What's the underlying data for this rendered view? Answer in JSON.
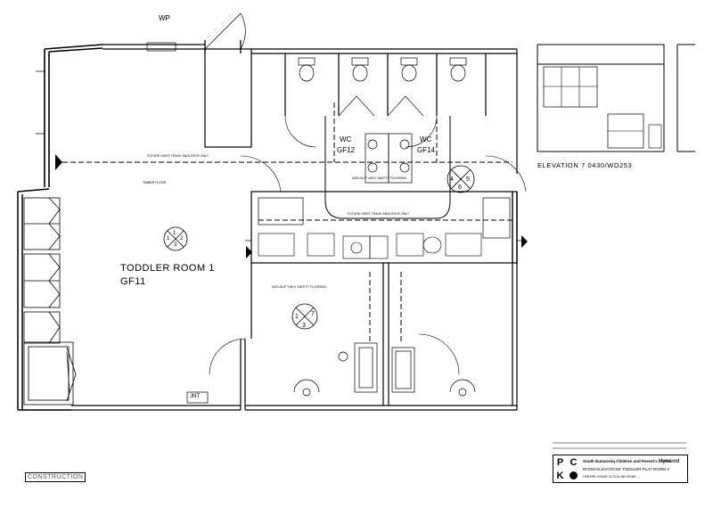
{
  "labels": {
    "wp": "WP",
    "toddler_room": "TODDLER ROOM 1",
    "toddler_code": "GF11",
    "wc_left": "WC",
    "wc_left_code": "GF12",
    "wc_right": "WC",
    "wc_right_code": "GF14",
    "elevation": "ELEVATION 7 0430/WD253",
    "construction": "CONSTRUCTION",
    "jnt": "JNT"
  },
  "markers": {
    "room": {
      "top": "1",
      "left": "1",
      "right": "2",
      "bottom": "3"
    },
    "wc": {
      "top": "",
      "left": "4",
      "right": "5",
      "bottom": "6"
    },
    "lower": {
      "top": "",
      "left": "1",
      "right": "7",
      "bottom": "3"
    }
  },
  "title_block": {
    "logo_letters": [
      "P",
      "C",
      "K",
      ""
    ],
    "project": "South Dumaresq Children and Parent's Centre",
    "sheet_title": "ROOM ELEVATIONS TODDLER PLAY ROOM 1",
    "firm_brand": "Hywood",
    "address": "CENTRE HOUSE 32 COLLINS ROAD ..."
  },
  "notes": {
    "future_hoist": "FUTURE HOIST TRACK INDICATIVE ONLY",
    "non_slip": "NON-SLIP VINYL SAFETY FLOORING",
    "timber": "TIMBER FLOOR"
  }
}
